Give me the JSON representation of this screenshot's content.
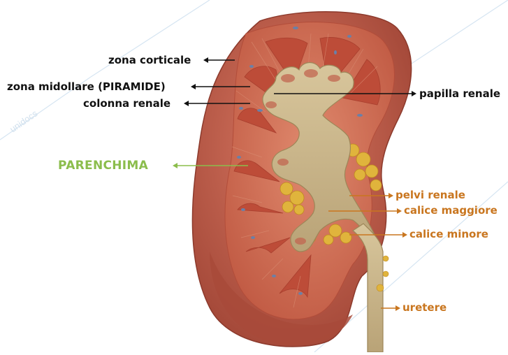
{
  "title": "",
  "colors": {
    "label_black": "#111111",
    "label_orange": "#c9761f",
    "label_green": "#8bbd4c",
    "cortex": "#c65a45",
    "capsule": "#b95746",
    "medulla_pyramid": "#bf4f3c",
    "renal_pelvis": "#cdb88c",
    "fat": "#e0b43c",
    "watermark": "#cfe0ef"
  },
  "labels": {
    "zona_corticale": "zona corticale",
    "zona_midollare": "zona midollare (PIRAMIDE)",
    "colonna_renale": "colonna renale",
    "papilla_renale": "papilla renale",
    "parenchima": "PARENCHIMA",
    "pelvi_renale": "pelvi renale",
    "calice_maggiore": "calice maggiore",
    "calice_minore": "calice minore",
    "uretere": "uretere"
  },
  "watermark_text": "unidocs"
}
